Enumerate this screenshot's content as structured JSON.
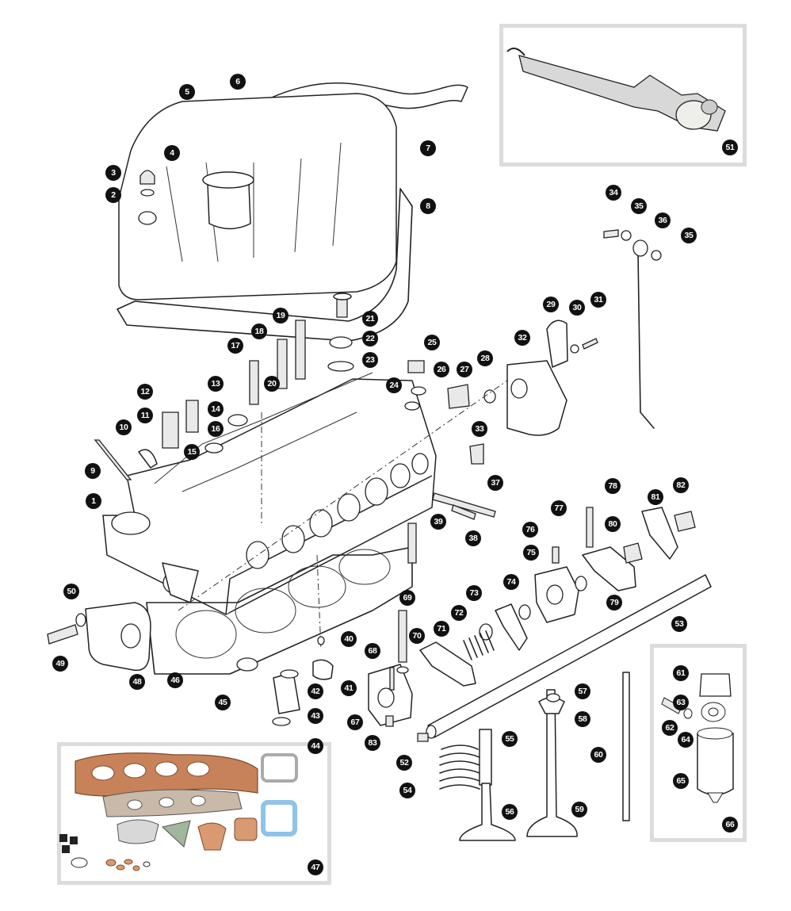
{
  "callouts": [
    "1",
    "2",
    "3",
    "4",
    "5",
    "6",
    "7",
    "8",
    "9",
    "10",
    "11",
    "12",
    "13",
    "14",
    "15",
    "16",
    "17",
    "18",
    "19",
    "20",
    "21",
    "22",
    "23",
    "24",
    "25",
    "26",
    "27",
    "28",
    "29",
    "30",
    "31",
    "32",
    "33",
    "34",
    "35",
    "35",
    "36",
    "37",
    "38",
    "39",
    "40",
    "41",
    "42",
    "43",
    "44",
    "45",
    "46",
    "47",
    "48",
    "49",
    "50",
    "51",
    "52",
    "53",
    "54",
    "55",
    "56",
    "57",
    "58",
    "59",
    "60",
    "61",
    "62",
    "63",
    "64",
    "65",
    "66",
    "67",
    "68",
    "69",
    "70",
    "71",
    "72",
    "73",
    "74",
    "75",
    "76",
    "77",
    "78",
    "79",
    "80",
    "81",
    "82",
    "83"
  ],
  "colors": {
    "callout_bg": "#111111",
    "callout_text": "#ffffff",
    "frame_border": "#dcdcdc",
    "line": "#222222",
    "gasket_copper": "#c8825a",
    "gasket_blue": "#8fc3e8",
    "gasket_green": "#9fb79a"
  }
}
